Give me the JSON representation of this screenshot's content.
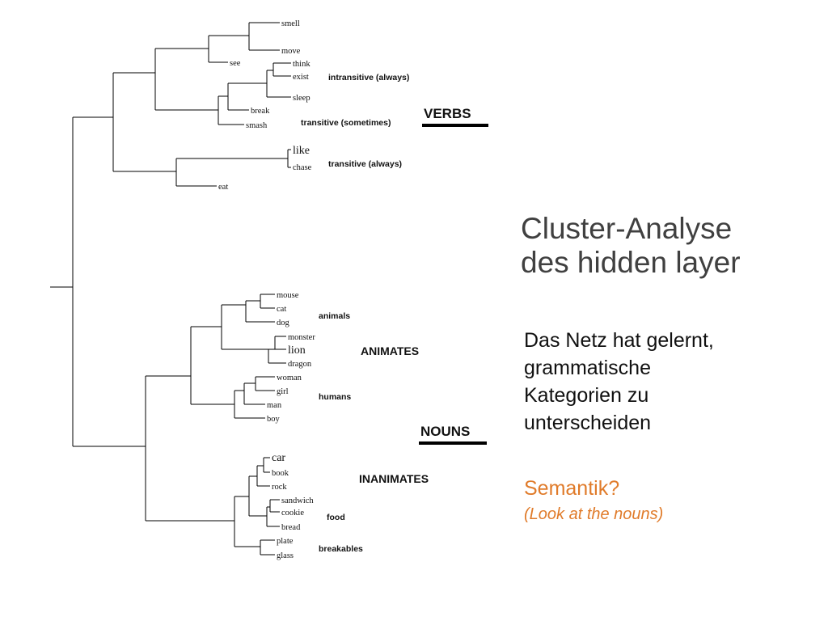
{
  "slide": {
    "title_line1": "Cluster-Analyse",
    "title_line2": "des hidden layer",
    "body_line1": "Das Netz hat gelernt,",
    "body_line2": "grammatische",
    "body_line3": "Kategorien zu",
    "body_line4": "unterscheiden",
    "semantik": "Semantik?",
    "semantik_sub": "(Look at the nouns)"
  },
  "dendrogram": {
    "verbs": {
      "leaves": [
        "smell",
        "move",
        "see",
        "think",
        "exist",
        "sleep",
        "break",
        "smash",
        "like",
        "chase",
        "eat"
      ],
      "groups": [
        "intransitive (always)",
        "transitive (sometimes)",
        "transitive (always)"
      ],
      "label": "VERBS"
    },
    "nouns": {
      "leaves": [
        "mouse",
        "cat",
        "dog",
        "monster",
        "lion",
        "dragon",
        "woman",
        "girl",
        "man",
        "boy",
        "car",
        "book",
        "rock",
        "sandwich",
        "cookie",
        "bread",
        "plate",
        "glass"
      ],
      "groups": [
        "animals",
        "humans",
        "food",
        "breakables"
      ],
      "categories": [
        "ANIMATES",
        "INANIMATES"
      ],
      "label": "NOUNS"
    }
  },
  "colors": {
    "accent": "#e07b2a",
    "title": "#404040"
  }
}
